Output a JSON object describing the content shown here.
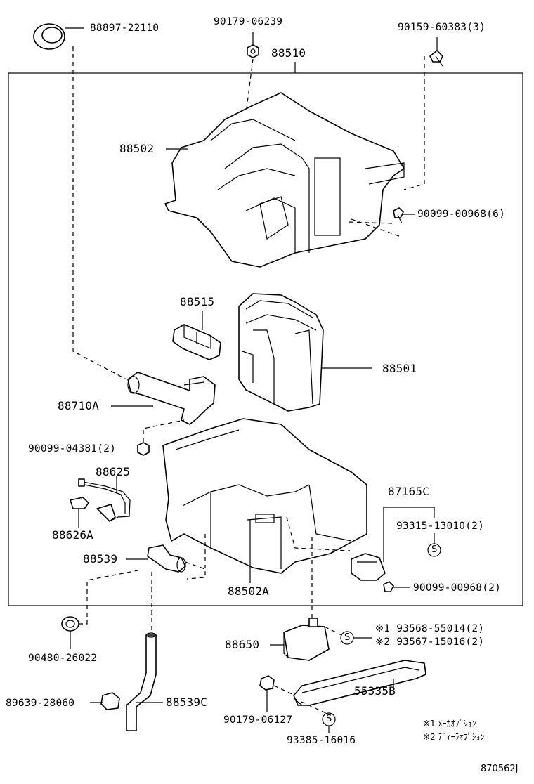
{
  "parts": {
    "p88897_22110": "88897-22110",
    "p90179_06239": "90179-06239",
    "p90159_60383": "90159-60383(3)",
    "p88510": "88510",
    "p88502": "88502",
    "p90099_00968_6": "90099-00968(6)",
    "p88515": "88515",
    "p88501": "88501",
    "p88710A": "88710A",
    "p90099_04381": "90099-04381(2)",
    "p88625": "88625",
    "p88626A": "88626A",
    "p87165C": "87165C",
    "p93315_13010": "93315-13010(2)",
    "p88539": "88539",
    "p88502A": "88502A",
    "p90099_00968_2": "90099-00968(2)",
    "p90480_26022": "90480-26022",
    "p88650": "88650",
    "p93568_55014": "※1 93568-55014(2)",
    "p93567_15016": "※2 93567-15016(2)",
    "p89639_28060": "89639-28060",
    "p88539C": "88539C",
    "p90179_06127": "90179-06127",
    "p55335B": "55335B",
    "p93385_16016": "93385-16016"
  },
  "notes": {
    "note1": "※1 ﾒｰｶｵﾌﾟｼｮﾝ",
    "note2": "※2 ﾃﾞｨｰﾗｵﾌﾟｼｮﾝ"
  },
  "symbol_s": "S",
  "diagram_code": "870562J"
}
